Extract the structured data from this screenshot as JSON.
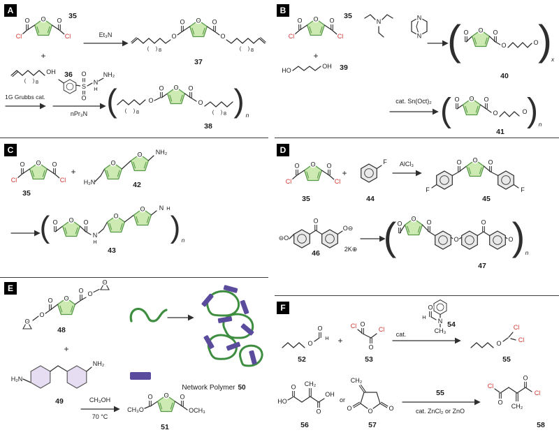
{
  "colors": {
    "furan_fill": "#cdeab3",
    "furan_stroke": "#569a47",
    "benzene_fill": "#e9e9e9",
    "cyclohexane_fill": "#e6ddf2",
    "network_green": "#3e8e41",
    "linker_purple": "#5a4b9c",
    "chlorine_red": "#cf3530",
    "bond": "#2e2e2e"
  },
  "atoms": {
    "O": "O",
    "Cl": "Cl",
    "OH": "OH",
    "HO": "HO",
    "N": "N",
    "H": "H",
    "S": "S",
    "F": "F",
    "NH2": "NH₂",
    "H2N": "H₂N",
    "OCH3": "OCH₃",
    "CH3O": "CH₃O",
    "CH3": "CH₃",
    "CH2": "CH₂",
    "Ominus": "O⊖",
    "minusO": "⊖O",
    "sub8": "8",
    "subn": "n",
    "subx": "x",
    "paren_open": "(",
    "paren_close": ")",
    "plus": "+"
  },
  "panels": {
    "A": {
      "label": "A",
      "n35": "35",
      "n36": "36",
      "n37": "37",
      "n38": "38",
      "et3n": "Et₃N",
      "grubbs": "1G Grubbs cat.",
      "npr3n": "nPr₃N"
    },
    "B": {
      "label": "B",
      "n35": "35",
      "n39": "39",
      "n40": "40",
      "n41": "41",
      "sn": "cat. Sn(Oct)₂"
    },
    "C": {
      "label": "C",
      "n35": "35",
      "n42": "42",
      "n43": "43"
    },
    "D": {
      "label": "D",
      "n35": "35",
      "n44": "44",
      "n45": "45",
      "n46": "46",
      "n47": "47",
      "alcl3": "AlCl₃",
      "twoK": "2K⊕"
    },
    "E": {
      "label": "E",
      "n48": "48",
      "n49": "49",
      "n50_text": "Network Polymer",
      "n50": "50",
      "n51": "51",
      "meoh": "CH₃OH",
      "temp": "70 °C"
    },
    "F": {
      "label": "F",
      "n52": "52",
      "n53": "53",
      "n54": "54",
      "n55": "55",
      "n56": "56",
      "n57": "57",
      "n58": "58",
      "cat": "cat.",
      "or": "or",
      "arrow55": "55",
      "zncl": "cat. ZnCl₂ or ZnO"
    }
  }
}
